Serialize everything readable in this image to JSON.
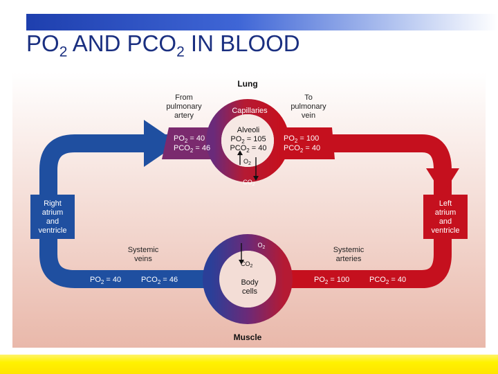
{
  "slide": {
    "title": {
      "t1": "PO",
      "s1": "2",
      "t2": " AND PCO",
      "s2": "2",
      "t3": " IN BLOOD"
    }
  },
  "diagram": {
    "lung": "Lung",
    "muscle": "Muscle",
    "from_pa": [
      "From",
      "pulmonary",
      "artery"
    ],
    "to_pv": [
      "To",
      "pulmonary",
      "vein"
    ],
    "capillaries": "Capillaries",
    "alveoli": "Alveoli",
    "alv_po2": {
      "a": "PO",
      "s": "2",
      "b": " = 105"
    },
    "alv_pco2": {
      "a": "PCO",
      "s": "2",
      "b": " = 40"
    },
    "lung_o2": {
      "a": "O",
      "s": "2"
    },
    "lung_co2": {
      "a": "CO",
      "s": "2"
    },
    "left_po2": {
      "a": "PO",
      "s": "2",
      "b": " = 40"
    },
    "left_pco2": {
      "a": "PCO",
      "s": "2",
      "b": " = 46"
    },
    "right_po2": {
      "a": "PO",
      "s": "2",
      "b": " = 100"
    },
    "right_pco2": {
      "a": "PCO",
      "s": "2",
      "b": " = 40"
    },
    "right_atrium": [
      "Right",
      "atrium",
      "and",
      "ventricle"
    ],
    "left_atrium": [
      "Left",
      "atrium",
      "and",
      "ventricle"
    ],
    "sys_veins": [
      "Systemic",
      "veins"
    ],
    "sys_arteries": [
      "Systemic",
      "arteries"
    ],
    "body_cells": [
      "Body",
      "cells"
    ],
    "musc_o2": {
      "a": "O",
      "s": "2"
    },
    "musc_co2": {
      "a": "CO",
      "s": "2"
    },
    "veins_po2": {
      "a": "PO",
      "s": "2",
      "b": " = 40"
    },
    "veins_pco2": {
      "a": "PCO",
      "s": "2",
      "b": " = 46"
    },
    "art_po2": {
      "a": "PO",
      "s": "2",
      "b": " = 100"
    },
    "art_pco2": {
      "a": "PCO",
      "s": "2",
      "b": " = 40"
    }
  },
  "colors": {
    "venous_blue": "#1f4fa0",
    "arterial_red": "#c5101e",
    "background_gradient_top": "#ffffff",
    "background_gradient_bottom": "#e9b8aa",
    "title_color": "#1a2f80",
    "bottom_bar": "#fff200"
  }
}
